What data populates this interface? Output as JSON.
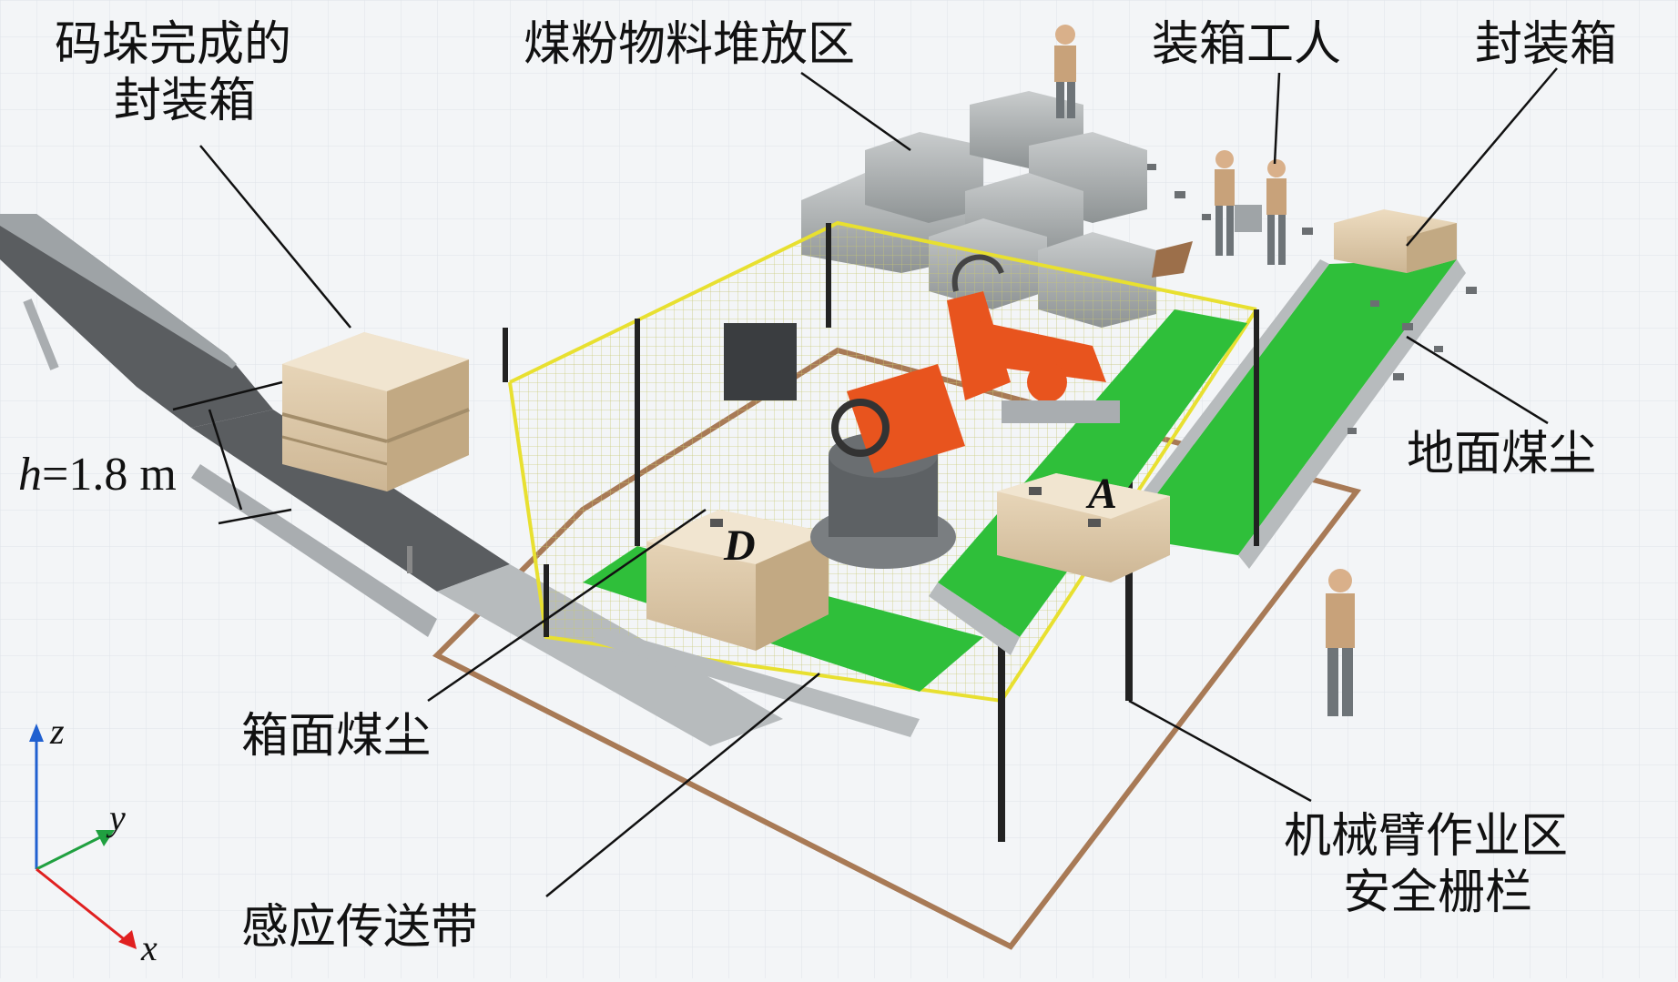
{
  "labels": {
    "stacked_box_l1": "码垛完成的",
    "stacked_box_l2": "封装箱",
    "coal_storage": "煤粉物料堆放区",
    "packing_worker": "装箱工人",
    "sealed_box": "封装箱",
    "ground_dust": "地面煤尘",
    "box_surface_dust": "箱面煤尘",
    "sensor_conveyor": "感应传送带",
    "fence_l1": "机械臂作业区",
    "fence_l2": "安全栅栏",
    "height_h": "h",
    "height_value": "=1.8 m",
    "point_a": "A",
    "point_d": "D"
  },
  "axes": {
    "x": "x",
    "y": "y",
    "z": "z"
  },
  "colors": {
    "robot": "#e8541e",
    "conveyor_green": "#2fbf3a",
    "fence_yellow": "#e8e030",
    "floor_line": "#a87a56",
    "axis_x": "#e02020",
    "axis_y": "#20a040",
    "axis_z": "#2060d0"
  }
}
